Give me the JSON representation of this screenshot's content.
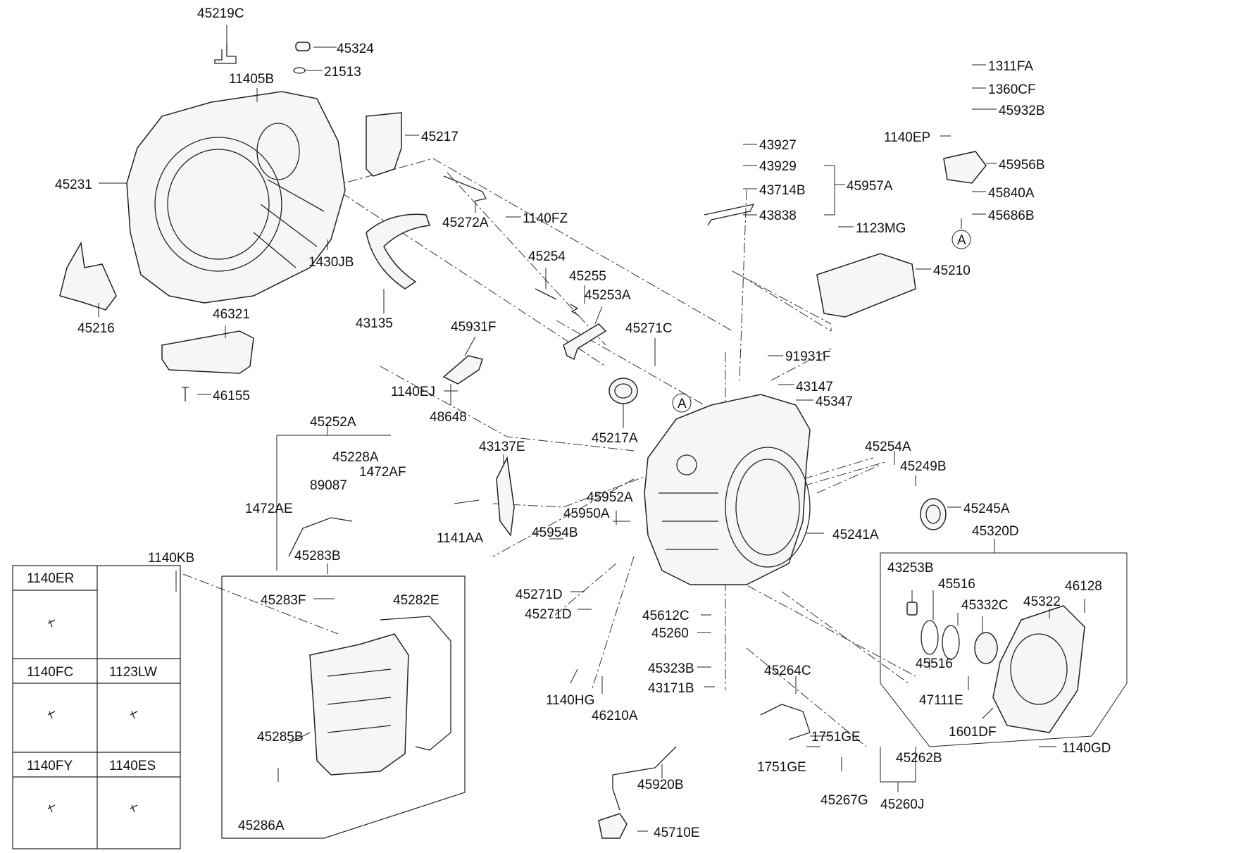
{
  "diagram": {
    "part_numbers": {
      "p45219C": "45219C",
      "p45324": "45324",
      "p21513": "21513",
      "p11405B": "11405B",
      "p45217": "45217",
      "p45231": "45231",
      "p45272A": "45272A",
      "p1140FZ": "1140FZ",
      "p1430JB": "1430JB",
      "p43135": "43135",
      "p45216": "45216",
      "p46321": "46321",
      "p46155": "46155",
      "p45254": "45254",
      "p45255": "45255",
      "p45253A": "45253A",
      "p45931F": "45931F",
      "p45271C": "45271C",
      "p1140EJ": "1140EJ",
      "p48648": "48648",
      "p45217A": "45217A",
      "p43927": "43927",
      "p43929": "43929",
      "p43714B": "43714B",
      "p45957A": "45957A",
      "p43838": "43838",
      "p1123MG": "1123MG",
      "p45210": "45210",
      "p91931F": "91931F",
      "p43147": "43147",
      "p45347": "45347",
      "p1311FA": "1311FA",
      "p1360CF": "1360CF",
      "p45932B": "45932B",
      "p1140EP": "1140EP",
      "p45956B": "45956B",
      "p45840A": "45840A",
      "p45686B": "45686B",
      "ref_A": "A",
      "ref_A2": "A",
      "p45252A": "45252A",
      "p45228A": "45228A",
      "p1472AF": "1472AF",
      "p89087": "89087",
      "p1472AE": "1472AE",
      "p45283B": "45283B",
      "p1140KB": "1140KB",
      "p45283F": "45283F",
      "p45282E": "45282E",
      "p45285B": "45285B",
      "p45286A": "45286A",
      "p43137E": "43137E",
      "p1141AA": "1141AA",
      "p45952A": "45952A",
      "p45950A": "45950A",
      "p45954B": "45954B",
      "p45271D_1": "45271D",
      "p45271D_2": "45271D",
      "p1140HG": "1140HG",
      "p46210A": "46210A",
      "p45612C": "45612C",
      "p45260": "45260",
      "p45323B": "45323B",
      "p43171B": "43171B",
      "p45920B": "45920B",
      "p45710E": "45710E",
      "p45264C": "45264C",
      "p1751GE_1": "1751GE",
      "p1751GE_2": "1751GE",
      "p45267G": "45267G",
      "p45254A": "45254A",
      "p45249B": "45249B",
      "p45245A": "45245A",
      "p45241A": "45241A",
      "p45320D": "45320D",
      "p43253B": "43253B",
      "p45516_1": "45516",
      "p45516_2": "45516",
      "p45332C": "45332C",
      "p45322": "45322",
      "p46128": "46128",
      "p47111E": "47111E",
      "p1601DF": "1601DF",
      "p1140GD": "1140GD",
      "p45262B": "45262B",
      "p45260J": "45260J"
    },
    "fastener_table": {
      "cell_1140ER": "1140ER",
      "cell_1140FC": "1140FC",
      "cell_1123LW": "1123LW",
      "cell_1140FY": "1140FY",
      "cell_1140ES": "1140ES"
    }
  }
}
